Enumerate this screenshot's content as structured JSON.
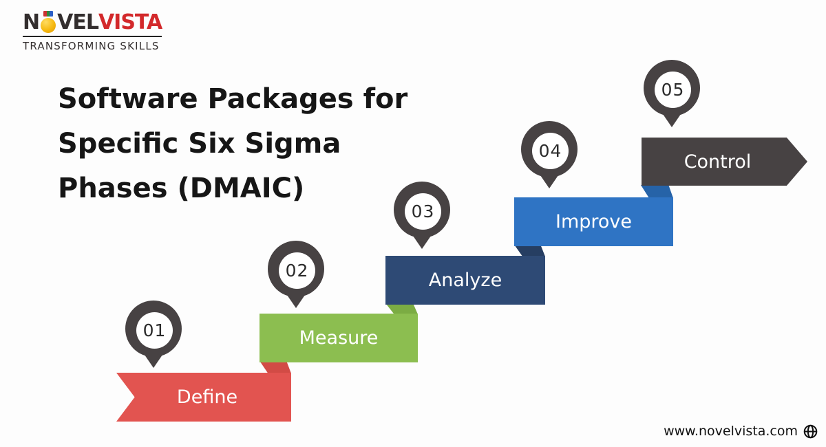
{
  "logo": {
    "brand_part1": "N",
    "brand_part2": "VEL",
    "brand_part3": "VISTA",
    "tagline": "TRANSFORMING SKILLS",
    "colors": {
      "brand_dark": "#332E2E",
      "brand_red": "#D3292B",
      "medal_gold": "#F6B90F",
      "flag_red": "#CC3333",
      "flag_green": "#2E8B3A",
      "flag_blue": "#2B5FC7",
      "rule": "#222222"
    }
  },
  "title": {
    "line1": "Software Packages for",
    "line2": "Specific Six Sigma",
    "line3": "Phases (DMAIC)"
  },
  "steps": [
    {
      "number": "01",
      "label": "Define",
      "color": "#E25450",
      "fold_color": "#D24B45"
    },
    {
      "number": "02",
      "label": "Measure",
      "color": "#8CBE50",
      "fold_color": "#7BAC43"
    },
    {
      "number": "03",
      "label": "Analyze",
      "color": "#2E4A75",
      "fold_color": "#263E62"
    },
    {
      "number": "04",
      "label": "Improve",
      "color": "#2F74C4",
      "fold_color": "#2663A8"
    },
    {
      "number": "05",
      "label": "Control",
      "color": "#474243",
      "fold_color": "#3A3637"
    }
  ],
  "footer": {
    "url": "www.novelvista.com"
  },
  "theme": {
    "background": "#FDFDFD",
    "title_color": "#161616",
    "pin_color": "#474243",
    "pin_number_color": "#2B2B2B",
    "footer_color": "#111111"
  }
}
